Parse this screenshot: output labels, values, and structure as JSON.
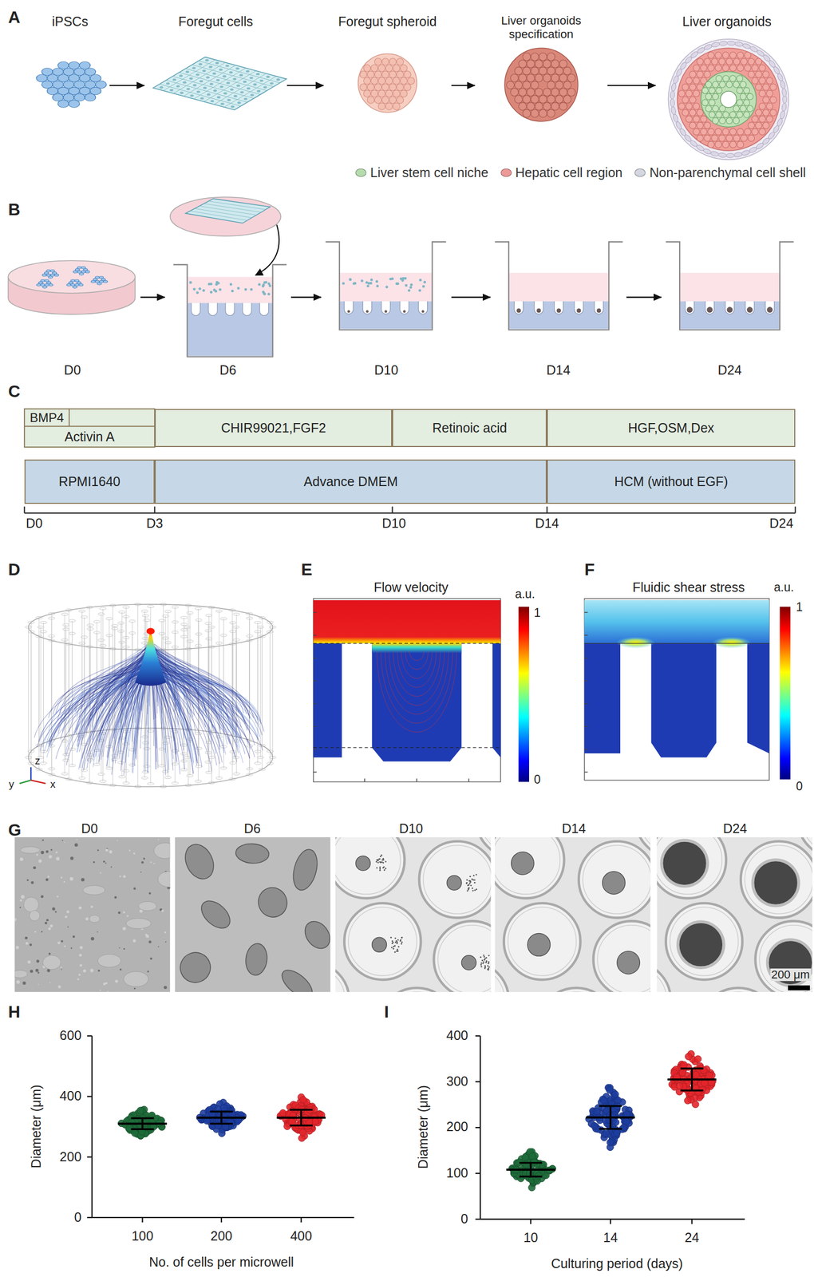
{
  "diagram": {
    "nodes": [
      {
        "text": [
          "iPSCs"
        ]
      },
      {
        "text": [
          "Foregut cells"
        ]
      },
      {
        "text": [
          "Foregut spheroid"
        ]
      },
      {
        "text": [
          "Liver organoids specification"
        ]
      },
      {
        "text": [
          "Liver organoids"
        ]
      },
      {
        "text": [
          "D0"
        ]
      },
      {
        "text": [
          "D6"
        ]
      },
      {
        "text": [
          "D10"
        ]
      },
      {
        "text": [
          "D14"
        ]
      },
      {
        "text": [
          "D24"
        ]
      },
      {
        "text": [
          "BMP4"
        ]
      },
      {
        "text": [
          "Activin A"
        ]
      },
      {
        "text": [
          "CHIR99021,FGF2"
        ]
      },
      {
        "text": [
          "Retinoic acid"
        ]
      },
      {
        "text": [
          "HGF,OSM,Dex"
        ]
      },
      {
        "text": [
          "RPMI1640"
        ]
      },
      {
        "text": [
          "Advance DMEM"
        ]
      },
      {
        "text": [
          "HCM (without EGF)"
        ]
      }
    ],
    "edges": [
      {
        "from": 0,
        "to": 1,
        "arrow": "to"
      },
      {
        "from": 1,
        "to": 2,
        "arrow": "to"
      },
      {
        "from": 2,
        "to": 3,
        "arrow": "to"
      },
      {
        "from": 3,
        "to": 4,
        "arrow": "to"
      },
      {
        "from": 5,
        "to": 6,
        "arrow": "to"
      },
      {
        "from": 6,
        "to": 7,
        "arrow": "to"
      },
      {
        "from": 7,
        "to": 8,
        "arrow": "to"
      },
      {
        "from": 8,
        "to": 9,
        "arrow": "to"
      }
    ],
    "labels": [
      "A",
      "B",
      "C",
      "D",
      "E",
      "F",
      "G",
      "H",
      "I",
      "D0",
      "D3",
      "D10",
      "D14",
      "D24",
      "z",
      "y",
      "x",
      "Flow velocity",
      "a.u.",
      "1",
      "0",
      "Fluidic shear stress",
      "a.u.",
      "1",
      "0",
      "D0",
      "D6",
      "D10",
      "D14",
      "D24",
      "200 μm",
      "600",
      "400",
      "200",
      "0",
      "100",
      "200",
      "400",
      "No. of cells per microwell",
      "Diameter (μm)",
      "400",
      "300",
      "200",
      "100",
      "0",
      "10",
      "14",
      "24",
      "Culturing period (days)",
      "Diameter (μm)"
    ],
    "legend": [
      {
        "text": "Liver stem cell niche",
        "color": "#b6dcae"
      },
      {
        "text": "Hepatic cell region",
        "color": "#ec9a98"
      },
      {
        "text": "Non-parenchymal cell shell",
        "color": "#d5d7e0"
      }
    ]
  }
}
